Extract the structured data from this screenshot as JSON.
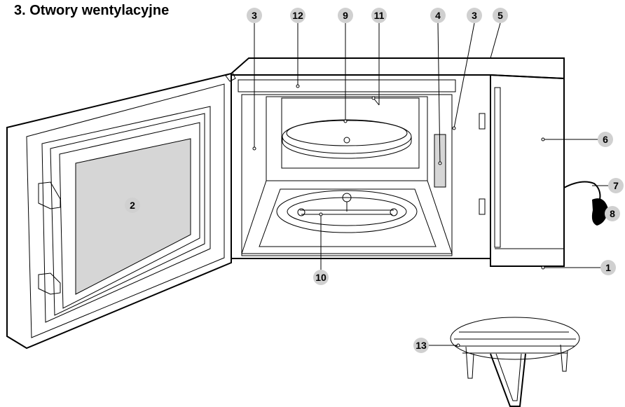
{
  "heading": "3. Otwory wentylacyjne",
  "callouts": [
    {
      "id": "c3a",
      "label": "3"
    },
    {
      "id": "c12",
      "label": "12"
    },
    {
      "id": "c9",
      "label": "9"
    },
    {
      "id": "c11",
      "label": "11"
    },
    {
      "id": "c4",
      "label": "4"
    },
    {
      "id": "c3b",
      "label": "3"
    },
    {
      "id": "c5",
      "label": "5"
    },
    {
      "id": "c6",
      "label": "6"
    },
    {
      "id": "c7",
      "label": "7"
    },
    {
      "id": "c8",
      "label": "8"
    },
    {
      "id": "c1",
      "label": "1"
    },
    {
      "id": "c2",
      "label": "2"
    },
    {
      "id": "c10",
      "label": "10"
    },
    {
      "id": "c13",
      "label": "13"
    }
  ],
  "colors": {
    "callout_fill": "#d0d0d0",
    "window_fill": "#d6d6d6",
    "line": "#000000"
  }
}
